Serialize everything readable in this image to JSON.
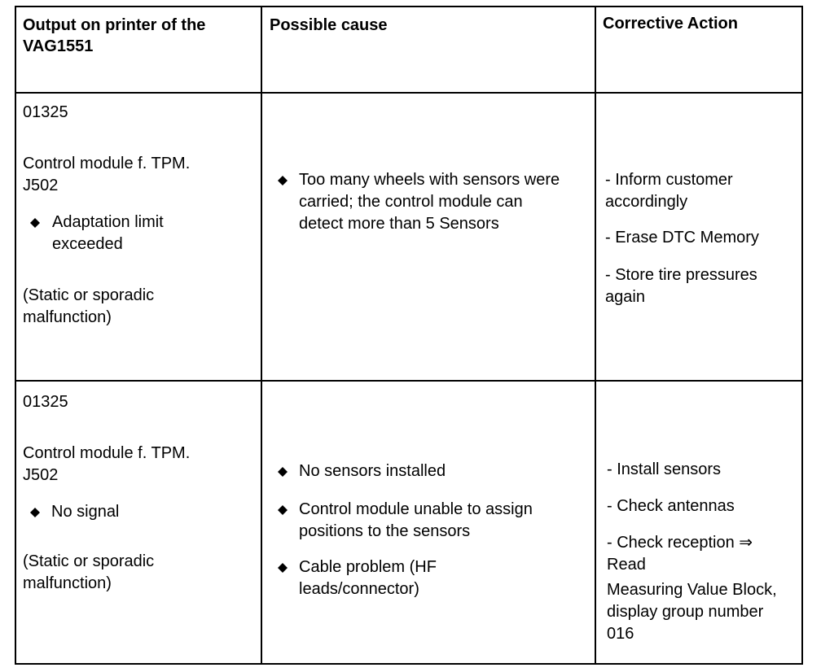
{
  "headers": {
    "output": "Output on printer of the VAG1551",
    "cause": "Possible cause",
    "action": "Corrective Action"
  },
  "rows": [
    {
      "code": "01325",
      "component": "Control module f. TPM. J502",
      "fault": "Adaptation limit exceeded",
      "type": "(Static or sporadic malfunction)",
      "causes": [
        "Too many wheels with sensors were carried; the control module can detect more than 5 Sensors"
      ],
      "actions": [
        "- Inform customer accordingly",
        "- Erase DTC Memory",
        "- Store tire pressures again"
      ]
    },
    {
      "code": "01325",
      "component": "Control module f. TPM. J502",
      "fault": "No signal",
      "type": "(Static or sporadic malfunction)",
      "causes": [
        "No sensors installed",
        "Control module unable to assign positions to the sensors",
        "Cable problem (HF leads/connector)"
      ],
      "actions": [
        "- Install sensors",
        "- Check antennas",
        "- Check reception ⇒ Read",
        "Measuring Value Block, display group number 016"
      ]
    }
  ]
}
